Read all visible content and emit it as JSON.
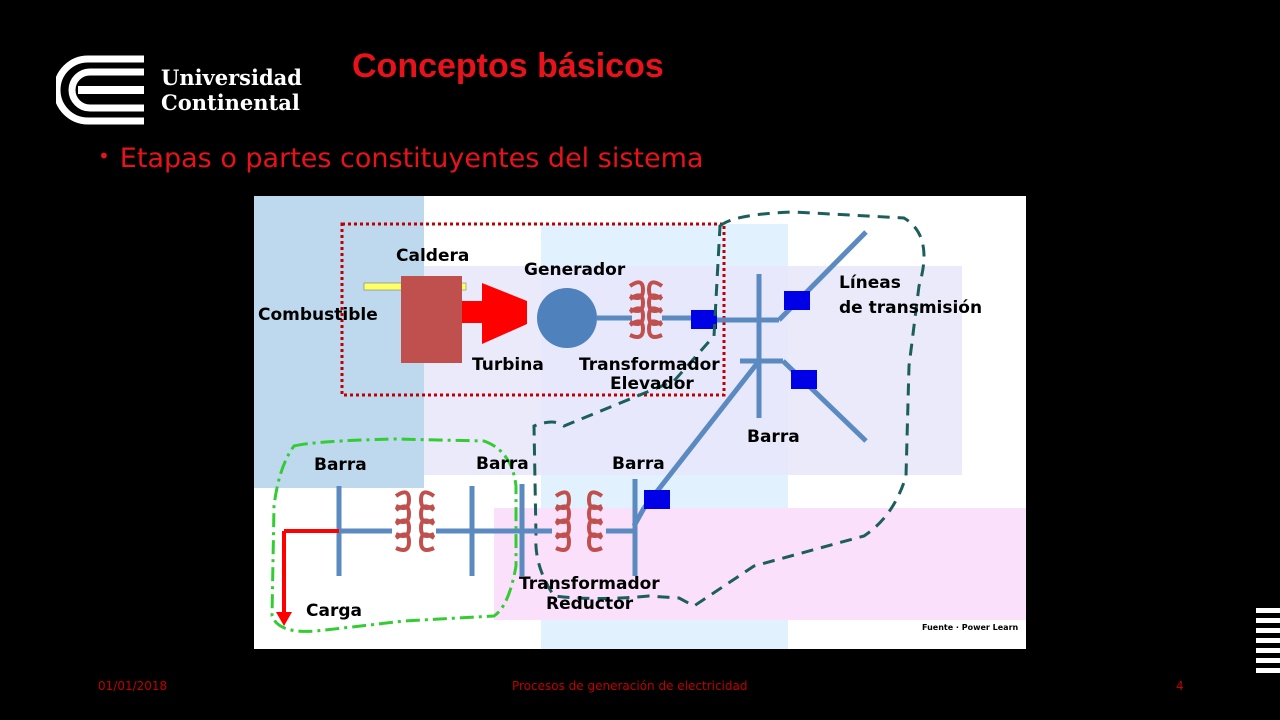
{
  "logo": {
    "line1": "Universidad",
    "line2": "Continental"
  },
  "slide": {
    "title": "Conceptos básicos",
    "bullet": "Etapas o partes constituyentes del sistema"
  },
  "diagram": {
    "labels": {
      "caldera": "Caldera",
      "generador": "Generador",
      "combustible": "Combustible",
      "turbina": "Turbina",
      "transformador": "Transformador",
      "elevador": "Elevador",
      "lineas1": "Líneas",
      "lineas2": "de transmisión",
      "barra_right": "Barra",
      "barra1": "Barra",
      "barra2": "Barra",
      "barra3": "Barra",
      "transformador2": "Transformador",
      "reductor": "Reductor",
      "carga": "Carga",
      "fuente": "Fuente · Power Learn"
    },
    "colors": {
      "busbar": "#5b8ac0",
      "breaker": "#0000e6",
      "coil": "#c0504d",
      "caldera": "#c0504d",
      "turbine": "#ff0000",
      "generator": "#4f81bd",
      "generation_zone": "#c00000",
      "transmission_zone": "#1b5e5a",
      "distribution_zone": "#33cc33"
    }
  },
  "footer": {
    "date": "01/01/2018",
    "title": "Procesos de generación de electricidad",
    "page": "4"
  }
}
